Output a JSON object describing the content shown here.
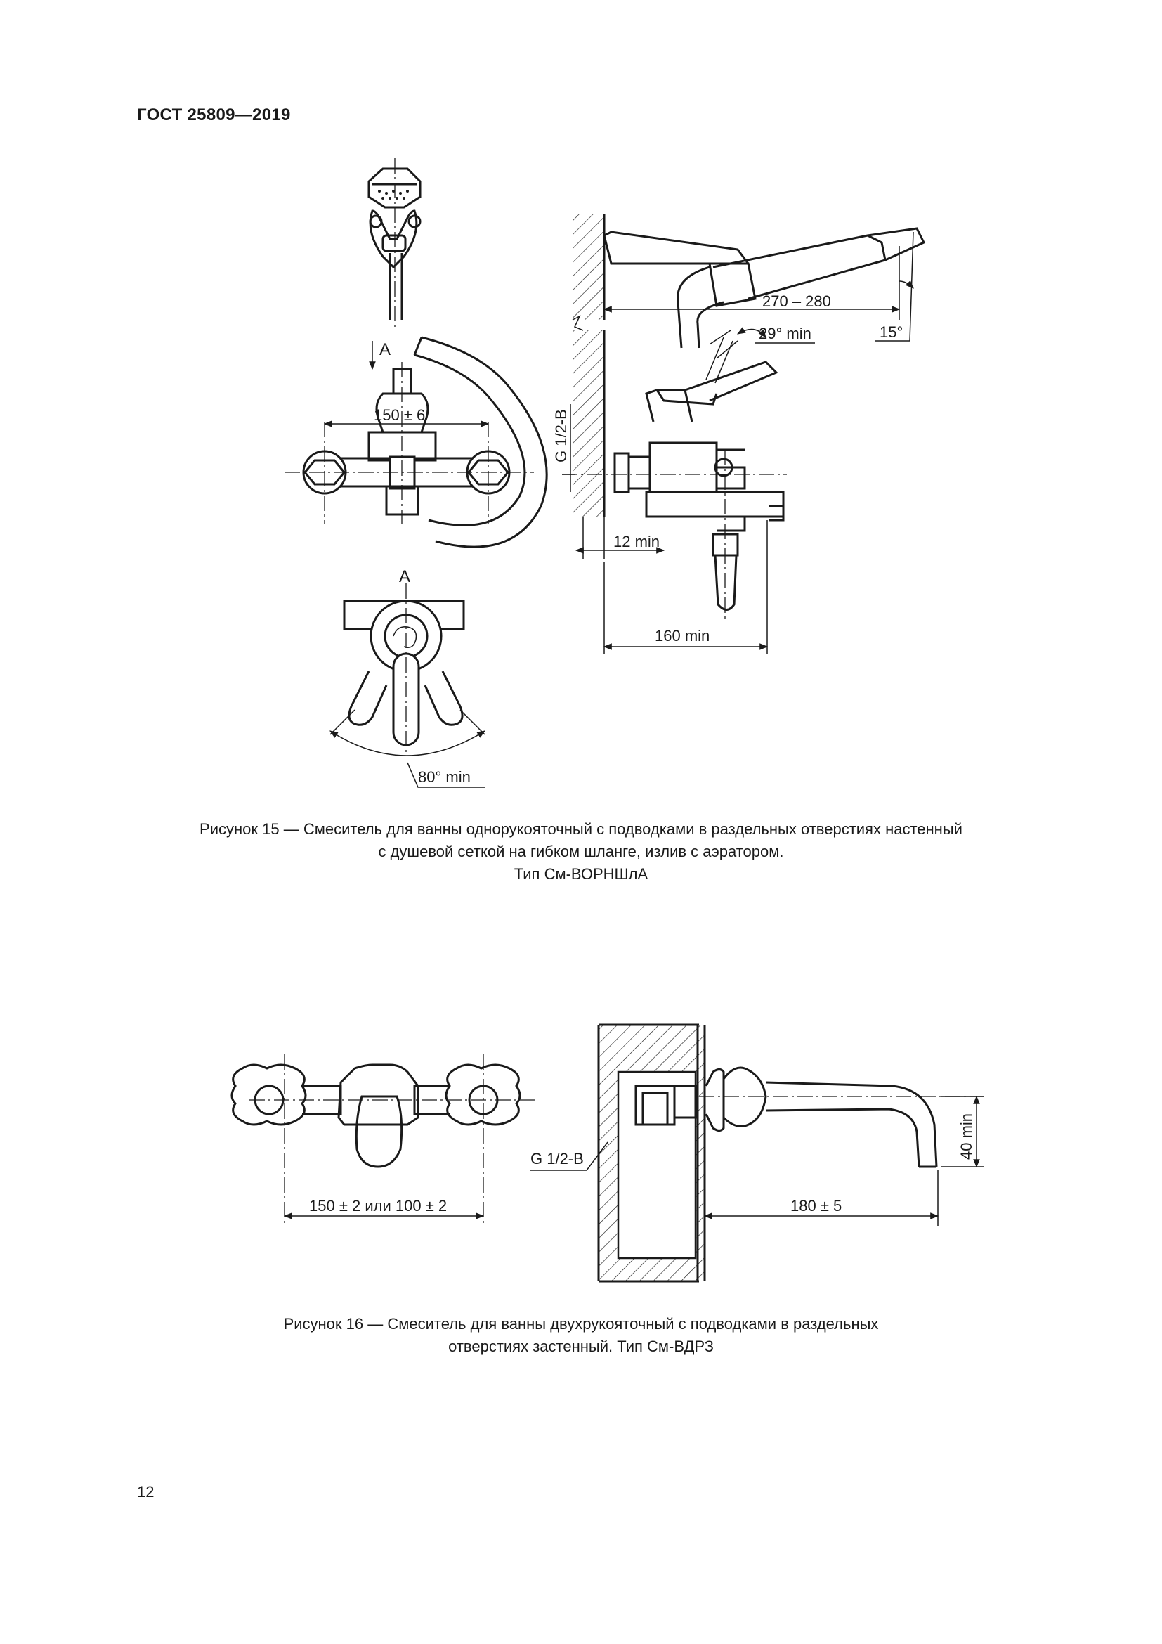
{
  "header": {
    "standard": "ГОСТ 25809—2019"
  },
  "figure15": {
    "dims": {
      "spacing": "150 ± 6",
      "view_label_arrow": "А",
      "view_label": "А",
      "thread": "G 1/2-B",
      "spout_length": "270 – 280",
      "lever_angle": "29° min",
      "aerator_angle": "15°",
      "wall_gap": "12 min",
      "spout_height": "160 min",
      "rotation": "80° min"
    },
    "caption": [
      "Рисунок 15 — Смеситель для ванны однорукояточный с подводками в раздельных отверстиях настенный",
      "с душевой сеткой на гибком шланге, излив с аэратором.",
      "Тип См-ВОРНШлА"
    ]
  },
  "figure16": {
    "dims": {
      "spacing": "150 ± 2 или 100 ± 2",
      "thread": "G 1/2-B",
      "spout_length": "180 ± 5",
      "spout_height": "40 min"
    },
    "caption": [
      "Рисунок 16 — Смеситель для ванны двухрукояточный с подводками в раздельных",
      "отверстиях застенный. Тип См-ВДРЗ"
    ]
  },
  "footer": {
    "page_number": "12"
  }
}
